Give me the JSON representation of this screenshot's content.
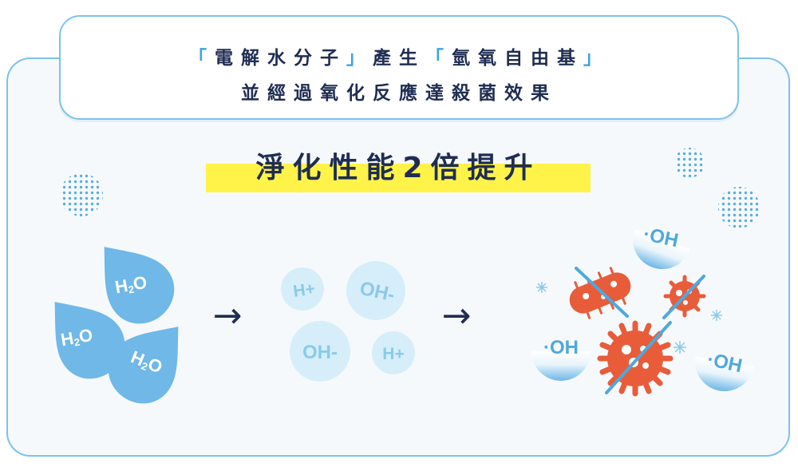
{
  "header": {
    "bracket_open": "「",
    "bracket_close": "」",
    "term1": "電解水分子",
    "verb": "產生",
    "term2": "氫氧自由基",
    "line2": "並經過氧化反應達殺菌效果"
  },
  "headline": "淨化性能2倍提升",
  "water_drops": [
    {
      "label_h": "H",
      "label_2": "2",
      "label_o": "O"
    },
    {
      "label_h": "H",
      "label_2": "2",
      "label_o": "O"
    },
    {
      "label_h": "H",
      "label_2": "2",
      "label_o": "O"
    }
  ],
  "ions": [
    "H+",
    "OH-",
    "OH-",
    "H+"
  ],
  "radicals": [
    "·OH",
    "·OH",
    "·OH"
  ],
  "arrow_glyph": "→",
  "colors": {
    "accent_blue": "#7cc2ea",
    "drop_blue": "#6fb8e8",
    "ion_fill": "#d5eefa",
    "ion_text": "#8cc9ea",
    "navy": "#1f2d52",
    "highlight_yellow": "#fff34a",
    "bacteria_red": "#e85c3a",
    "strike_blue": "#4fa8dc"
  }
}
